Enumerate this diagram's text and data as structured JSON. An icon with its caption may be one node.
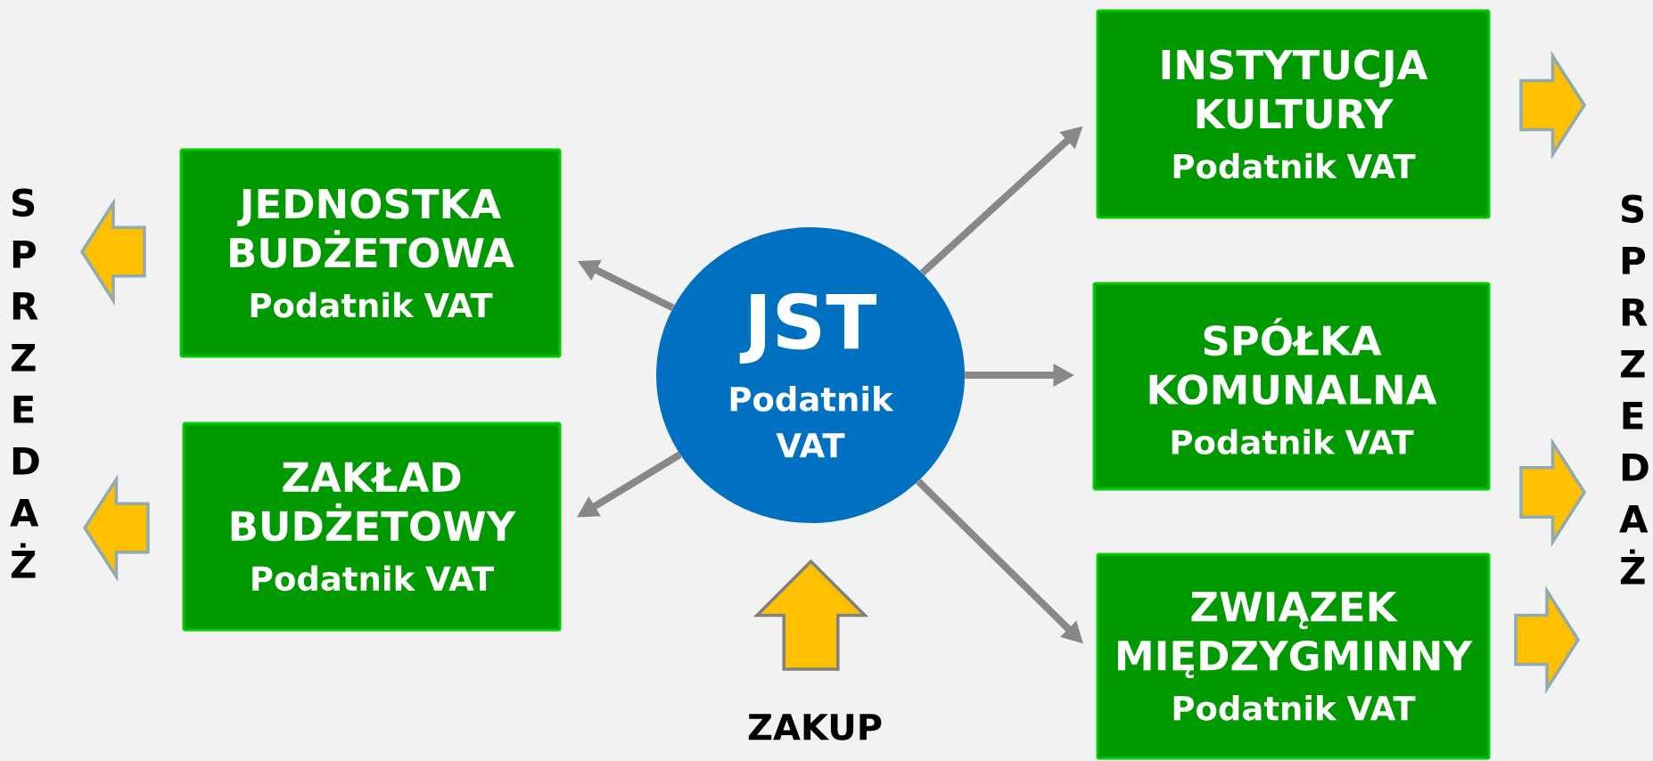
{
  "diagram": {
    "nodes": [
      {
        "text": [
          "JST",
          "Podatnik VAT"
        ]
      },
      {
        "text": [
          "JEDNOSTKA BUDŻETOWA",
          "Podatnik VAT"
        ]
      },
      {
        "text": [
          "ZAKŁAD BUDŻETOWY",
          "Podatnik VAT"
        ]
      },
      {
        "text": [
          "INSTYTUCJA KULTURY",
          "Podatnik VAT"
        ]
      },
      {
        "text": [
          "SPÓŁKA KOMUNALNA",
          "Podatnik VAT"
        ]
      },
      {
        "text": [
          "ZWIĄZEK MIĘDZYGMINNY",
          "Podatnik VAT"
        ]
      }
    ],
    "edges": [
      {
        "from": 0,
        "to": 1,
        "arrow": "to"
      },
      {
        "from": 0,
        "to": 2,
        "arrow": "to"
      },
      {
        "from": 0,
        "to": 3,
        "arrow": "to"
      },
      {
        "from": 0,
        "to": 4,
        "arrow": "to"
      },
      {
        "from": 0,
        "to": 5,
        "arrow": "to"
      }
    ],
    "labels": [
      "SPRZEDAŻ",
      "SPRZEDAŻ",
      "ZAKUP"
    ]
  }
}
